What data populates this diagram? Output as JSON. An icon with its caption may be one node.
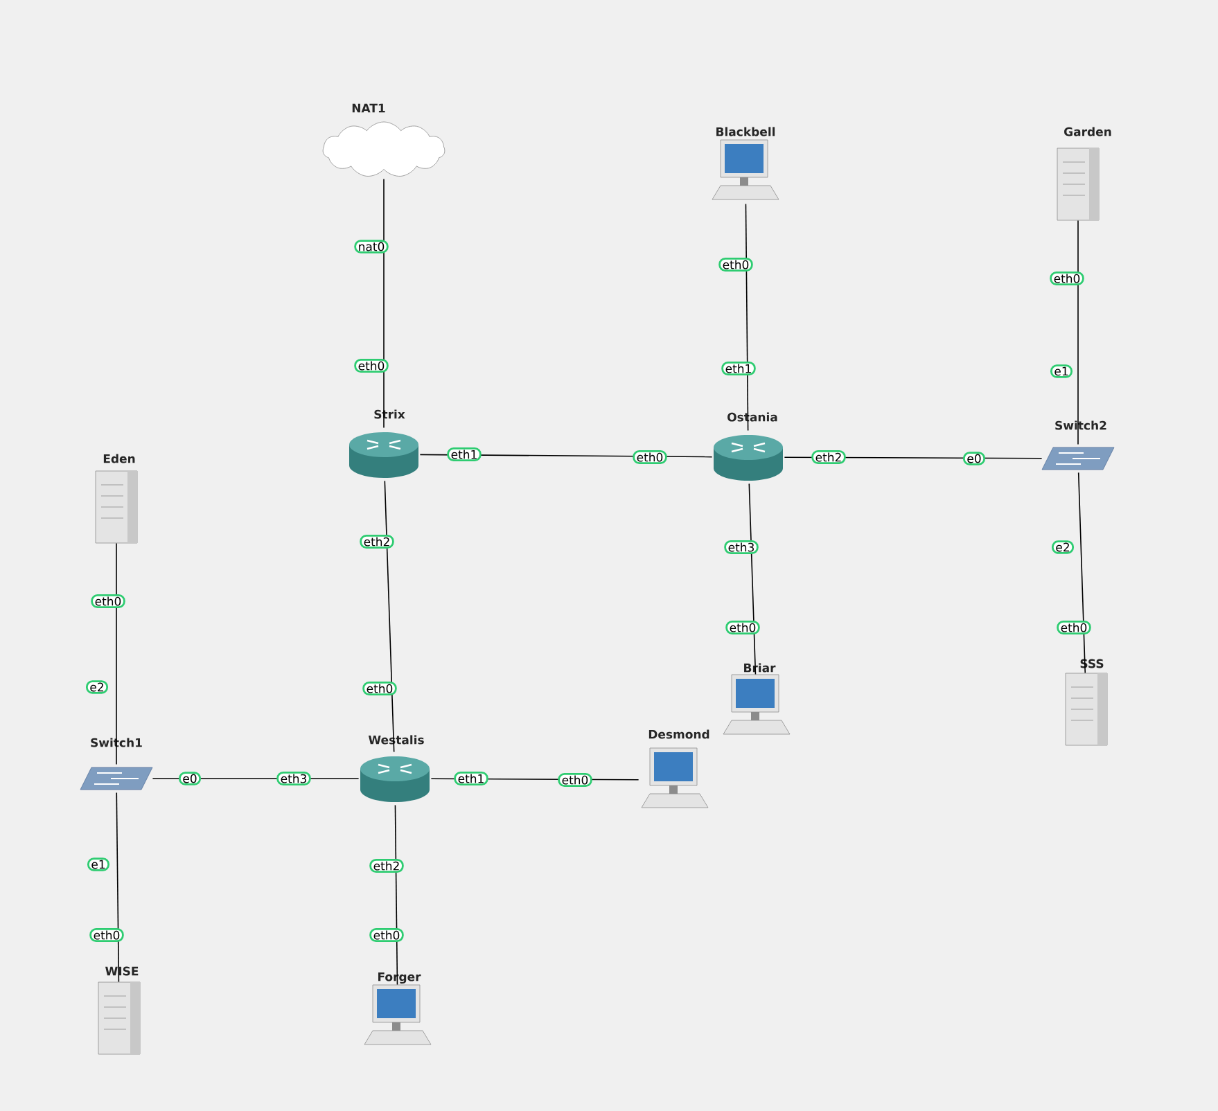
{
  "diagram": {
    "nodes": [
      {
        "text": [
          "NAT1"
        ]
      },
      {
        "text": [
          "Blackbell"
        ]
      },
      {
        "text": [
          "Garden"
        ]
      },
      {
        "text": [
          "Strix"
        ]
      },
      {
        "text": [
          "Ostania"
        ]
      },
      {
        "text": [
          "Switch2"
        ]
      },
      {
        "text": [
          "Eden"
        ]
      },
      {
        "text": [
          "Briar"
        ]
      },
      {
        "text": [
          "SSS"
        ]
      },
      {
        "text": [
          "Desmond"
        ]
      },
      {
        "text": [
          "Switch1"
        ]
      },
      {
        "text": [
          "Westalis"
        ]
      },
      {
        "text": [
          "WISE"
        ]
      },
      {
        "text": [
          "Forger"
        ]
      }
    ],
    "edges": [
      {
        "from": 0,
        "to": 3,
        "arrow": "none"
      },
      {
        "from": 1,
        "to": 4,
        "arrow": "none"
      },
      {
        "from": 2,
        "to": 5,
        "arrow": "none"
      },
      {
        "from": 3,
        "to": 4,
        "arrow": "none"
      },
      {
        "from": 4,
        "to": 5,
        "arrow": "none"
      },
      {
        "from": 3,
        "to": 11,
        "arrow": "none"
      },
      {
        "from": 4,
        "to": 7,
        "arrow": "none"
      },
      {
        "from": 5,
        "to": 8,
        "arrow": "none"
      },
      {
        "from": 6,
        "to": 10,
        "arrow": "none"
      },
      {
        "from": 10,
        "to": 11,
        "arrow": "none"
      },
      {
        "from": 11,
        "to": 9,
        "arrow": "none"
      },
      {
        "from": 10,
        "to": 12,
        "arrow": "none"
      },
      {
        "from": 11,
        "to": 13,
        "arrow": "none"
      }
    ],
    "labels": [
      "nat0",
      "eth0",
      "eth0",
      "eth0",
      "eth1",
      "e1",
      "eth1",
      "eth0",
      "eth2",
      "e0",
      "eth2",
      "eth3",
      "e2",
      "eth0",
      "eth0",
      "eth0",
      "e2",
      "eth0",
      "e0",
      "eth3",
      "eth1",
      "eth0",
      "e1",
      "eth2",
      "eth0",
      "eth0"
    ]
  }
}
